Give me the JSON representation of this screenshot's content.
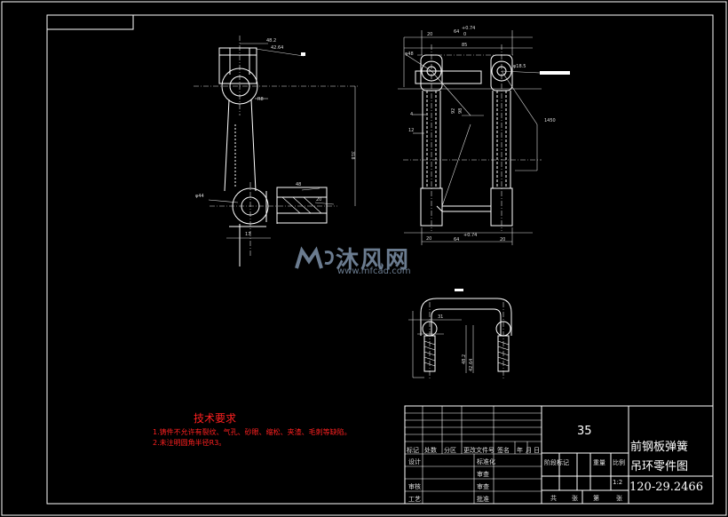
{
  "technical_requirements": {
    "title": "技术要求",
    "items": [
      "1.铸件不允许有裂纹、气孔、砂眼、缩松、夹渣、毛刺等缺陷。",
      "2.未注明圆角半径R3。"
    ]
  },
  "title_block": {
    "quantity_cell": "35",
    "drawing_name_line1": "前钢板弹簧",
    "drawing_name_line2": "吊环零件图",
    "drawing_number": "120-29.2466",
    "scale": "1:2",
    "header_cells": [
      "标记",
      "处数",
      "分区",
      "更改文件号",
      "签名",
      "年",
      "月",
      "日"
    ],
    "labels": {
      "design": "设计",
      "standardize": "标准化",
      "stage_mark": "阶段标记",
      "weight": "重量",
      "ratio": "比例",
      "check": "审核",
      "process": "工艺",
      "approve": "批准",
      "review": "审查",
      "total": "共",
      "sheets": "张",
      "sheet_no": "第",
      "sheet": "张"
    }
  },
  "watermark": {
    "name": "沐风网",
    "url": "www.mfcad.com",
    "icon": "mfcad-logo-icon"
  },
  "dimension_labels": {
    "top_view": [
      "48.2",
      "42.64",
      "R8",
      "φ44",
      "318",
      "17",
      "48",
      "20"
    ],
    "front_view": [
      "20",
      "64",
      "+0.74",
      "0",
      "85",
      "φ48",
      "φ18.5",
      "4",
      "12",
      "1450",
      "92",
      "98",
      "20"
    ],
    "bottom_view": [
      "31",
      "48.2",
      "42.64"
    ]
  },
  "colors": {
    "background": "#000000",
    "linework": "#ffffff",
    "dimension": "#e8e8e8",
    "notes": "#ff2020",
    "watermark": "#6b7c90"
  }
}
